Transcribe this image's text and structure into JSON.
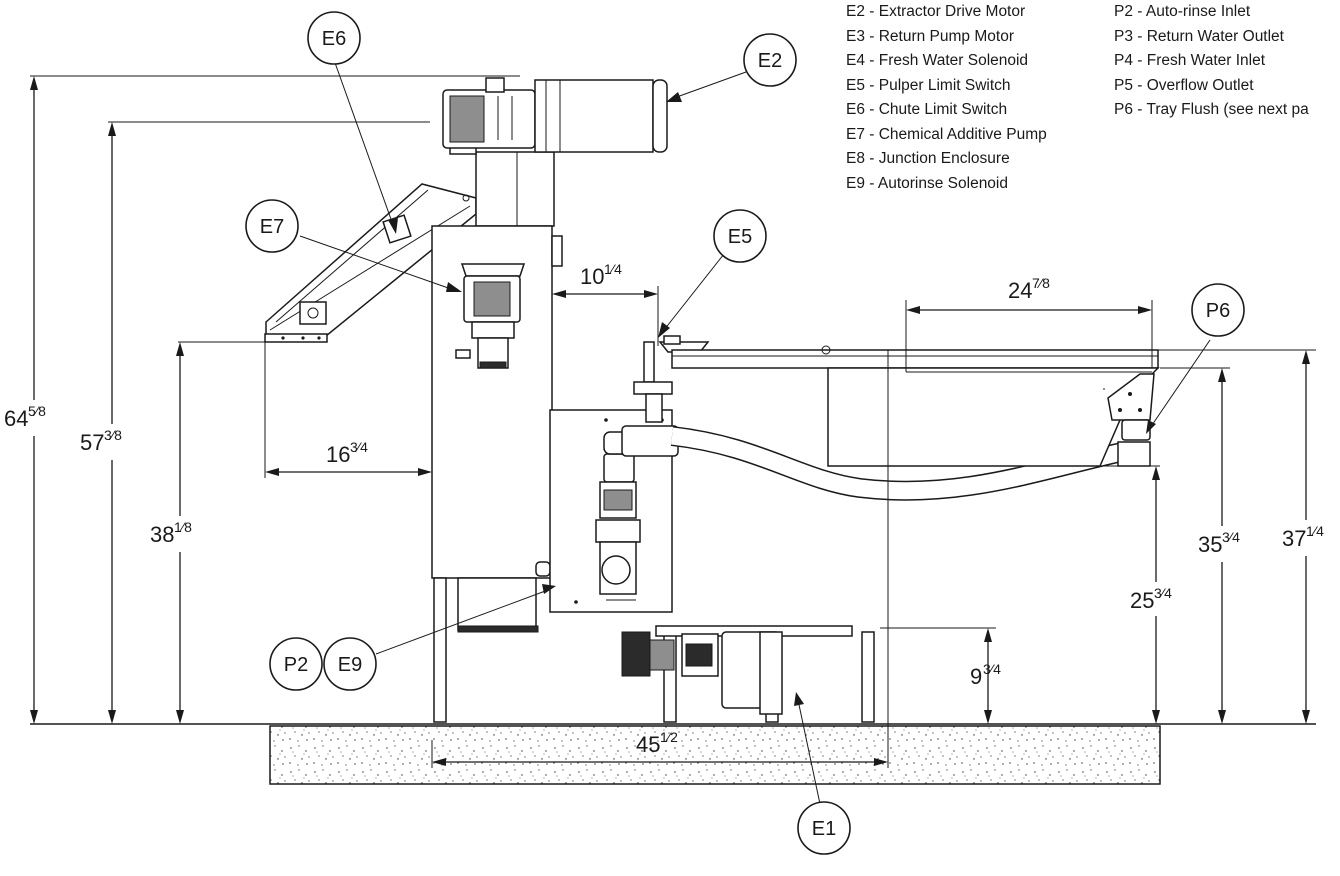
{
  "legend": {
    "left": [
      "E2 - Extractor Drive Motor",
      "E3 - Return Pump Motor",
      "E4 - Fresh Water Solenoid",
      "E5 - Pulper Limit Switch",
      "E6 - Chute Limit Switch",
      "E7 - Chemical Additive Pump",
      "E8 - Junction Enclosure",
      "E9 - Autorinse Solenoid"
    ],
    "right": [
      "P2 - Auto-rinse Inlet",
      "P3 - Return Water Outlet",
      "P4 - Fresh Water Inlet",
      "P5 - Overflow Outlet",
      "P6 - Tray Flush (see next pa"
    ]
  },
  "callouts": {
    "e6": "E6",
    "e2": "E2",
    "e7": "E7",
    "e5": "E5",
    "p6": "P6",
    "p2": "P2",
    "e9": "E9",
    "e1": "E1"
  },
  "dimensions": {
    "d64": {
      "whole": "64",
      "frac": "5⁄8"
    },
    "d57": {
      "whole": "57",
      "frac": "3⁄8"
    },
    "d38": {
      "whole": "38",
      "frac": "1⁄8"
    },
    "d16": {
      "whole": "16",
      "frac": "3⁄4"
    },
    "d10": {
      "whole": "10",
      "frac": "1⁄4"
    },
    "d24": {
      "whole": "24",
      "frac": "7⁄8"
    },
    "d35": {
      "whole": "35",
      "frac": "3⁄4"
    },
    "d37": {
      "whole": "37",
      "frac": "1⁄4"
    },
    "d25": {
      "whole": "25",
      "frac": "3⁄4"
    },
    "d9": {
      "whole": "9",
      "frac": "3⁄4"
    },
    "d45": {
      "whole": "45",
      "frac": "1⁄2"
    }
  }
}
